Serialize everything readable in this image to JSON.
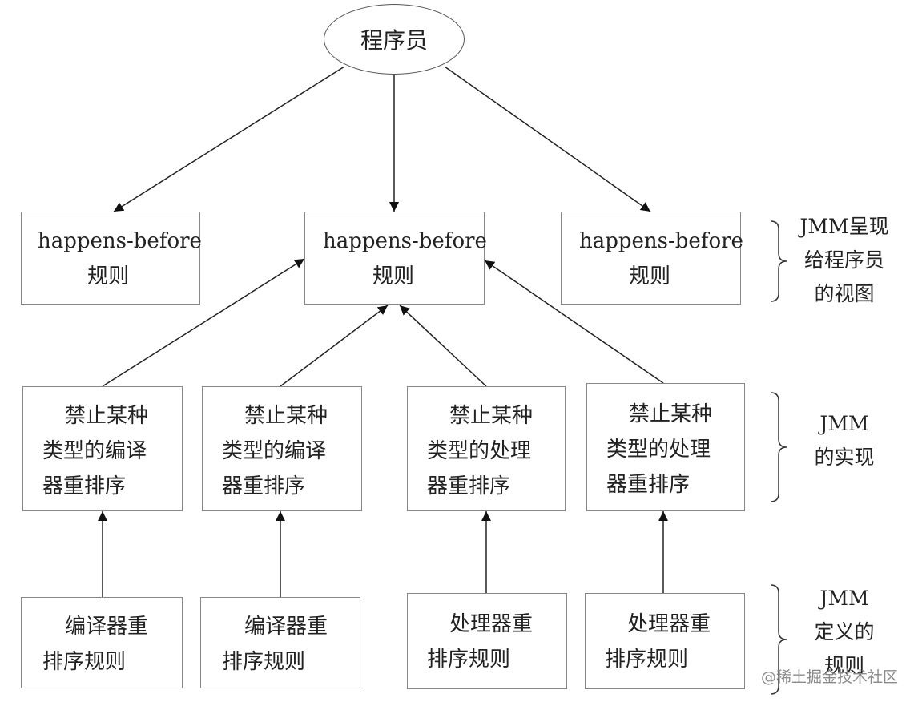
{
  "root": {
    "label": "程序员"
  },
  "views": [
    {
      "lines": [
        "happens-before",
        "规则"
      ]
    },
    {
      "lines": [
        "happens-before",
        "规则"
      ]
    },
    {
      "lines": [
        "happens-before",
        "规则"
      ]
    }
  ],
  "implementations": [
    {
      "lines": [
        "禁止某种",
        "类型的编译",
        "器重排序"
      ]
    },
    {
      "lines": [
        "禁止某种",
        "类型的编译",
        "器重排序"
      ]
    },
    {
      "lines": [
        "禁止某种",
        "类型的处理",
        "器重排序"
      ]
    },
    {
      "lines": [
        "禁止某种",
        "类型的处理",
        "器重排序"
      ]
    }
  ],
  "rules": [
    {
      "lines": [
        "编译器重",
        "排序规则"
      ]
    },
    {
      "lines": [
        "编译器重",
        "排序规则"
      ]
    },
    {
      "lines": [
        "处理器重",
        "排序规则"
      ]
    },
    {
      "lines": [
        "处理器重",
        "排序规则"
      ]
    }
  ],
  "side_labels": {
    "view": [
      "JMM呈现",
      "给程序员",
      "的视图"
    ],
    "impl": [
      "JMM",
      "的实现"
    ],
    "rules": [
      "JMM",
      "定义的",
      "规则"
    ]
  },
  "watermark": "@稀土掘金技术社区"
}
